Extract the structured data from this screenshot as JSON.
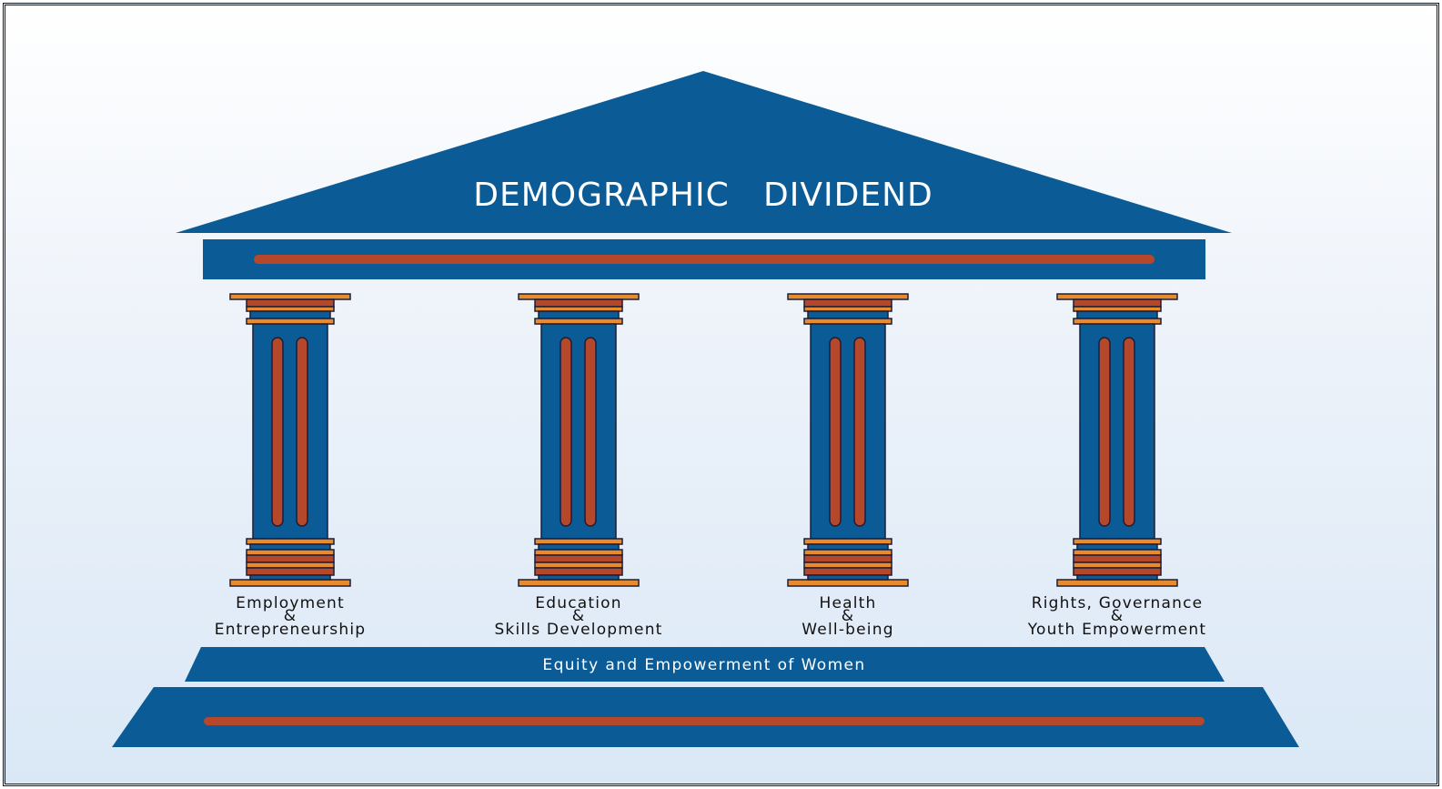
{
  "title": "DEMOGRAPHIC   DIVIDEND",
  "pillars": [
    {
      "line1": "Employment",
      "amp": "&",
      "line2": "Entrepreneurship"
    },
    {
      "line1": "Education",
      "amp": "&",
      "line2": "Skills Development"
    },
    {
      "line1": "Health",
      "amp": "&",
      "line2": "Well-being"
    },
    {
      "line1": "Rights, Governance",
      "amp": "&",
      "line2": "Youth Empowerment"
    }
  ],
  "foundation_label": "Equity and Empowerment of Women",
  "colors": {
    "blue": "#0b5b97",
    "orange": "#e88a2e",
    "rust": "#b5472a",
    "outline": "#1b1f3a"
  }
}
